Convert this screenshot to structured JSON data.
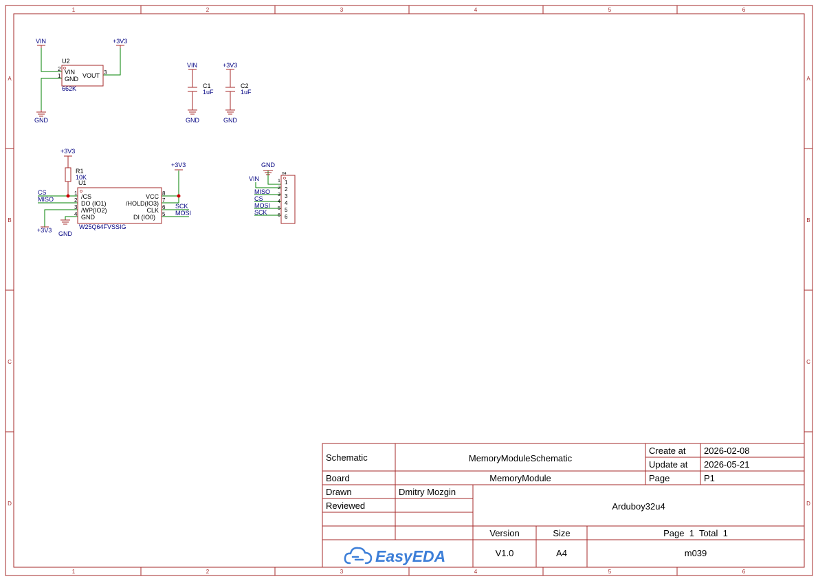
{
  "frame": {
    "columns": [
      "1",
      "2",
      "3",
      "4",
      "5",
      "6"
    ],
    "rows": [
      "A",
      "B",
      "C",
      "D"
    ]
  },
  "colors": {
    "frame": "#a52a2a",
    "wire": "#008000",
    "net": "#000080",
    "part": "#a52a2a",
    "junction": "#cc0000",
    "logo": "#3d7fd8"
  },
  "schematic": {
    "u2": {
      "ref": "U2",
      "value": "662K",
      "pins": {
        "vin": "VIN",
        "gnd": "GND",
        "vout": "VOUT"
      },
      "pin_numbers": {
        "vin": "2",
        "gnd": "1",
        "vout": "3"
      },
      "net_vin": "VIN",
      "net_gnd": "GND",
      "net_out": "+3V3"
    },
    "c1": {
      "ref": "C1",
      "value": "1uF",
      "net_top": "VIN",
      "net_bottom": "GND"
    },
    "c2": {
      "ref": "C2",
      "value": "1uF",
      "net_top": "+3V3",
      "net_bottom": "GND"
    },
    "r1": {
      "ref": "R1",
      "value": "10K",
      "net_top": "+3V3"
    },
    "u1": {
      "ref": "U1",
      "value": "W25Q64FVSSIG",
      "left_pins": [
        "/CS",
        "DO  (IO1)",
        "/WP(IO2)",
        "GND"
      ],
      "left_numbers": [
        "1",
        "2",
        "3",
        "4"
      ],
      "right_pins": [
        "VCC",
        "/HOLD(IO3)",
        "CLK",
        "DI  (IO0)"
      ],
      "right_numbers": [
        "8",
        "7",
        "6",
        "5"
      ],
      "nets_left": [
        "CS",
        "MISO"
      ],
      "nets_right": [
        "SCK",
        "MOSI"
      ],
      "net_vcc": "+3V3",
      "net_wp": "+3V3",
      "net_gnd": "GND"
    },
    "h4": {
      "ref": "H4",
      "pins": [
        "1",
        "2",
        "3",
        "4",
        "5",
        "6"
      ],
      "nets": [
        "VIN",
        "MISO",
        "CS",
        "MOSI",
        "SCK"
      ],
      "net_top": "GND"
    }
  },
  "title_block": {
    "schematic_label": "Schematic",
    "schematic_name": "MemoryModuleSchematic",
    "create_label": "Create at",
    "create_date": "2026-02-08",
    "update_label": "Update at",
    "update_date": "2026-05-21",
    "board_label": "Board",
    "board_name": "MemoryModule",
    "page_label": "Page",
    "page_value": "P1",
    "drawn_label": "Drawn",
    "drawn_by": "Dmitry Mozgin",
    "reviewed_label": "Reviewed",
    "project": "Arduboy32u4",
    "version_label": "Version",
    "version": "V1.0",
    "size_label": "Size",
    "size": "A4",
    "page_total": "Page  1  Total  1",
    "logo_text": "EasyEDA",
    "doc_number": "m039"
  }
}
